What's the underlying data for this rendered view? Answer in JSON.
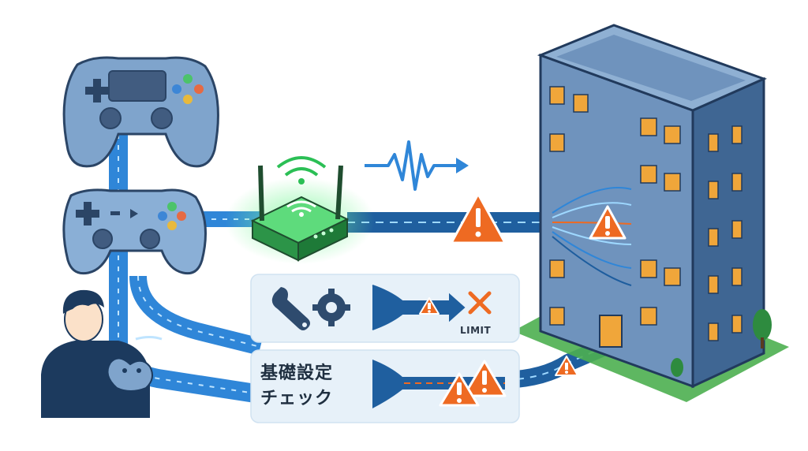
{
  "panel_check": {
    "line1": "基礎設定",
    "line2": "チェック"
  },
  "limit_label": "LIMIT",
  "colors": {
    "pipe_blue": "#2f86d8",
    "router_green": "#2bbf55",
    "warning_orange": "#ee6a22",
    "building_blue": "#6f93bd",
    "window_amber": "#f0a63a",
    "panel_bg": "#e7f1f9"
  },
  "icons": [
    "controller-icon",
    "wifi-router-icon",
    "signal-wave-icon",
    "warning-icon",
    "wrench-icon",
    "gear-icon",
    "x-mark-icon",
    "building-icon",
    "gamer-person-icon"
  ]
}
